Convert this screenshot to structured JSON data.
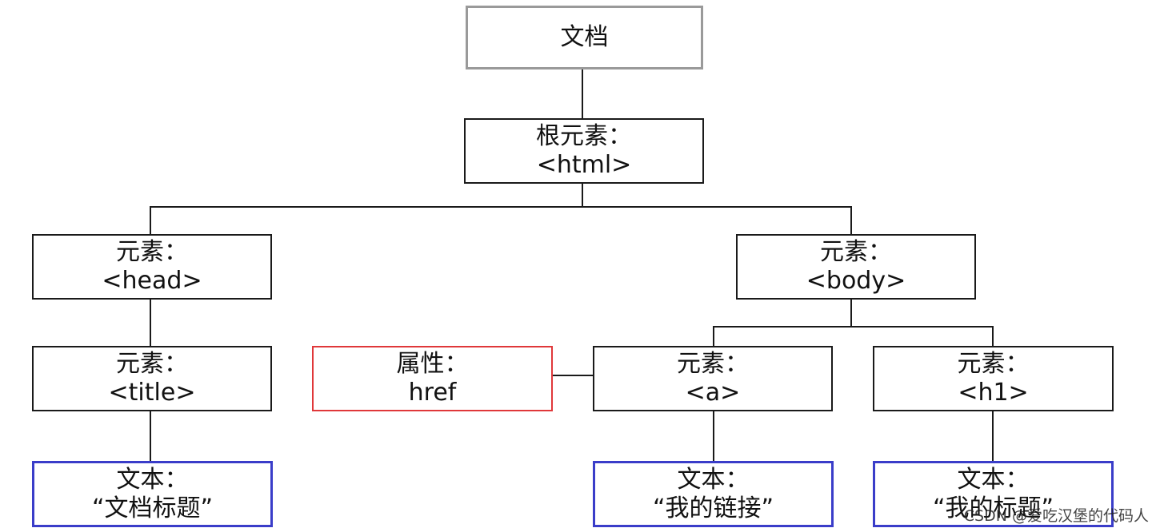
{
  "diagram": {
    "nodes": {
      "document": {
        "label": "文档"
      },
      "html": {
        "line1": "根元素：",
        "line2": "<html>"
      },
      "head": {
        "line1": "元素：",
        "line2": "<head>"
      },
      "body": {
        "line1": "元素：",
        "line2": "<body>"
      },
      "title": {
        "line1": "元素：",
        "line2": "<title>"
      },
      "href": {
        "line1": "属性：",
        "line2": "href"
      },
      "a": {
        "line1": "元素：",
        "line2": "<a>"
      },
      "h1": {
        "line1": "元素：",
        "line2": "<h1>"
      },
      "title_text": {
        "line1": "文本：",
        "line2": "“文档标题”"
      },
      "a_text": {
        "line1": "文本：",
        "line2": "“我的链接”"
      },
      "h1_text": {
        "line1": "文本：",
        "line2": "“我的标题”"
      }
    }
  },
  "watermark": "CSDN @爱吃汉堡的代码人",
  "colors": {
    "default_border": "#1a1a1a",
    "document_border": "#9a9a9a",
    "attribute_border": "#e0383a",
    "text_border": "#3a3dc9"
  }
}
